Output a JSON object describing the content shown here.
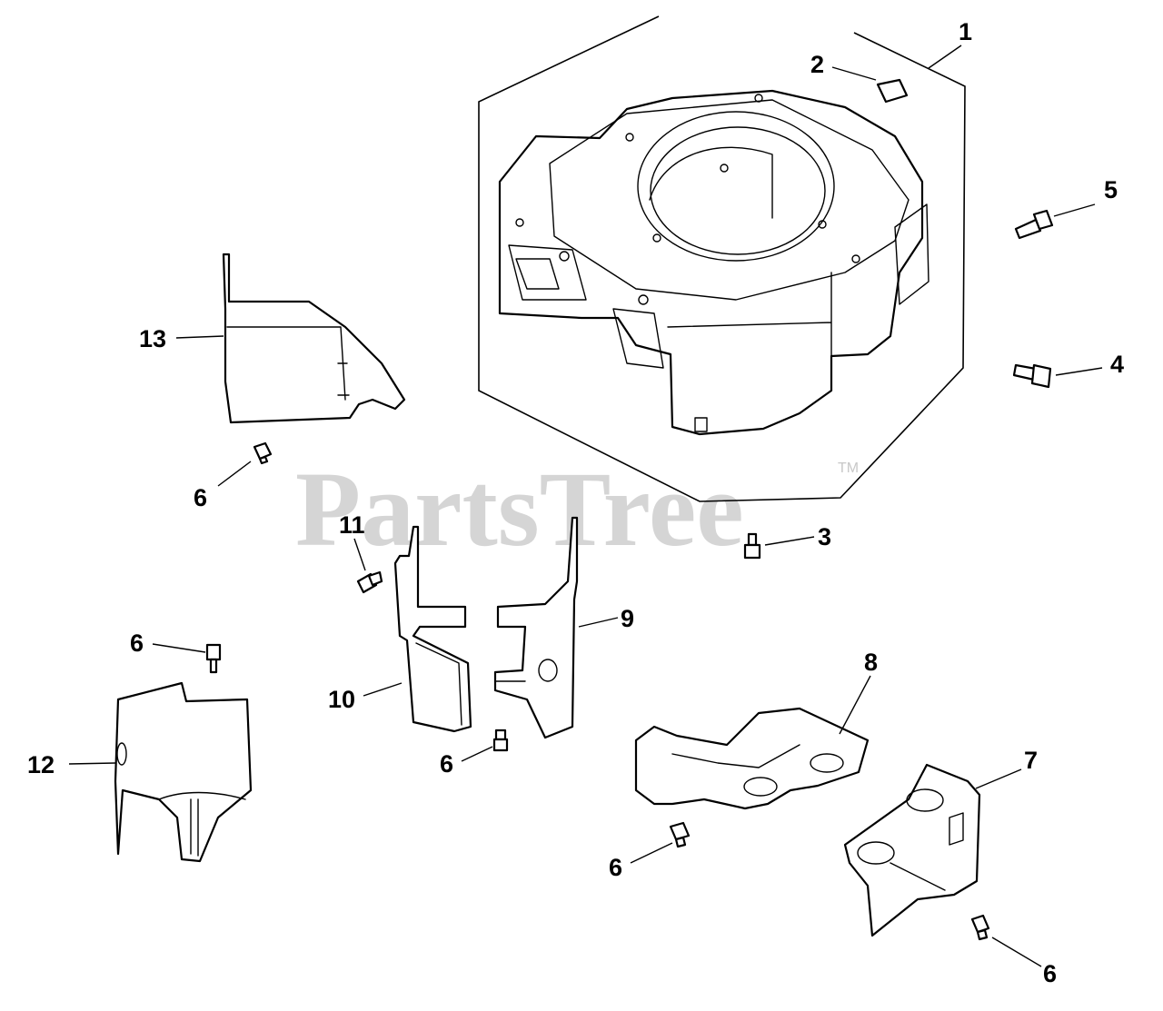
{
  "watermark": {
    "text": "PartsTree",
    "trademark": "TM"
  },
  "callouts": [
    {
      "id": "1",
      "label": "1"
    },
    {
      "id": "2",
      "label": "2"
    },
    {
      "id": "3",
      "label": "3"
    },
    {
      "id": "4",
      "label": "4"
    },
    {
      "id": "5",
      "label": "5"
    },
    {
      "id": "6a",
      "label": "6"
    },
    {
      "id": "6b",
      "label": "6"
    },
    {
      "id": "6c",
      "label": "6"
    },
    {
      "id": "6d",
      "label": "6"
    },
    {
      "id": "6e",
      "label": "6"
    },
    {
      "id": "7",
      "label": "7"
    },
    {
      "id": "8",
      "label": "8"
    },
    {
      "id": "9",
      "label": "9"
    },
    {
      "id": "10",
      "label": "10"
    },
    {
      "id": "11",
      "label": "11"
    },
    {
      "id": "12",
      "label": "12"
    },
    {
      "id": "13",
      "label": "13"
    }
  ]
}
